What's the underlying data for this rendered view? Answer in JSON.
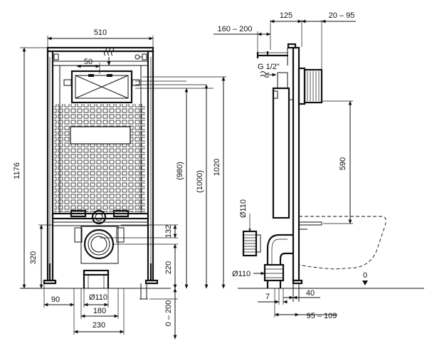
{
  "front_view": {
    "width_total": "510",
    "height_total": "1176",
    "flush_plate_offset": "50",
    "height_980": "(980)",
    "height_1000": "(1000)",
    "height_1020": "1020",
    "drain_offset": "132",
    "drain_height": "220",
    "bottom_320": "320",
    "foot_90": "90",
    "pipe_diam": "Ø110",
    "width_180": "180",
    "width_230": "230",
    "floor_adjust": "0 – 200"
  },
  "side_view": {
    "offset_160_200": "160 – 200",
    "depth_125": "125",
    "depth_20_95": "20 – 95",
    "thread": "G 1/2\"",
    "bowl_590": "590",
    "pipe_diam_top": "Ø110",
    "pipe_diam_bottom": "Ø110",
    "zero_mark": "0",
    "bottom_7": "7",
    "bottom_40": "40",
    "bottom_95_109": "95 – 109"
  }
}
